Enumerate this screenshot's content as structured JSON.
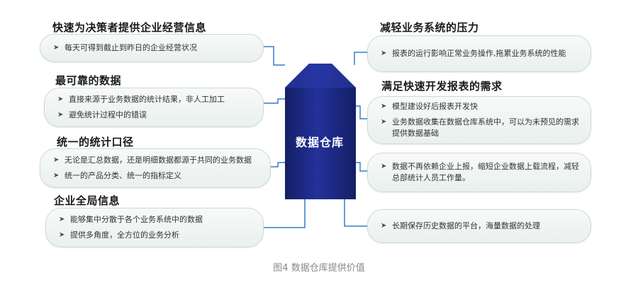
{
  "center": {
    "label": "数据仓库"
  },
  "left": [
    {
      "title": "快速为决策者提供企业经营信息",
      "items": [
        "每天可得到截止到昨日的企业经营状况"
      ]
    },
    {
      "title": "最可靠的数据",
      "items": [
        "直接来源于业务数据的统计结果，非人工加工",
        "避免统计过程中的错误"
      ]
    },
    {
      "title": "统一的统计口径",
      "items": [
        "无论是汇总数据，还是明细数据都源于共同的业务数据",
        "统一的产品分类、统一的指标定义"
      ]
    },
    {
      "title": "企业全局信息",
      "items": [
        "能够集中分散于各个业务系统中的数据",
        "提供多角度，全方位的业务分析"
      ]
    }
  ],
  "right": [
    {
      "title": "减轻业务系统的压力",
      "items": [
        "报表的运行影响正常业务操作,拖累业务系统的性能"
      ]
    },
    {
      "title": "满足快速开发报表的需求",
      "items": [
        "模型建设好后报表开发快",
        "业务数据收集在数据仓库系统中，可以为未预见的需求提供数据基础"
      ]
    },
    {
      "title": "",
      "items": [
        "数据不再依赖企业上报，缩短企业数据上载流程，减轻总部统计人员工作量。"
      ]
    },
    {
      "title": "",
      "items": [
        "长期保存历史数据的平台，海量数据的处理"
      ]
    }
  ],
  "caption": "图4 数据仓库提供价值",
  "colors": {
    "cylinder": "#1d2a80",
    "connector": "#3a7cc8"
  },
  "icons": {
    "bullet": "chevron-right-icon"
  }
}
